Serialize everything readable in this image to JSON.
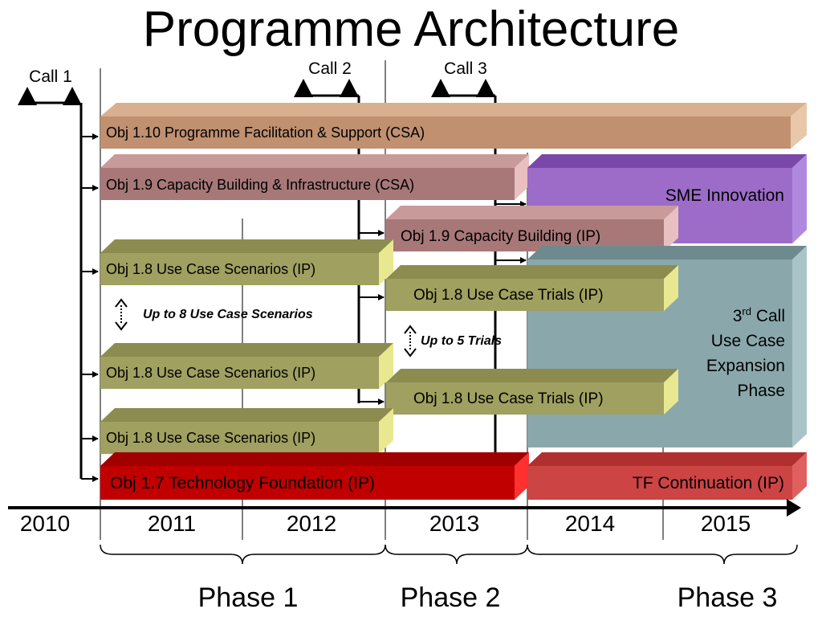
{
  "title": "Programme Architecture",
  "calls": [
    "Call 1",
    "Call 2",
    "Call 3"
  ],
  "bars": {
    "obj110": "Obj 1.10 Programme Facilitation & Support (CSA)",
    "obj19_csa": "Obj 1.9 Capacity Building & Infrastructure (CSA)",
    "sme": "SME Innovation",
    "obj19_ip": "Obj 1.9 Capacity Building (IP)",
    "obj18_scen_a": "Obj 1.8 Use Case Scenarios (IP)",
    "obj18_trial_a": "Obj 1.8 Use Case Trials (IP)",
    "obj18_scen_b": "Obj 1.8 Use Case Scenarios (IP)",
    "obj18_trial_b": "Obj 1.8 Use Case Trials (IP)",
    "obj18_scen_c": "Obj 1.8 Use Case Scenarios (IP)",
    "obj17": "Obj 1.7 Technology Foundation (IP)",
    "tf": "TF Continuation (IP)"
  },
  "third_call": {
    "num": "3",
    "sup": "rd",
    "call": "Call",
    "line2": "Use Case",
    "line3": "Expansion",
    "line4": "Phase"
  },
  "notes": {
    "scenarios": "Up to 8 Use Case Scenarios",
    "trials": "Up to 5 Trials"
  },
  "years": [
    "2010",
    "2011",
    "2012",
    "2013",
    "2014",
    "2015"
  ],
  "phases": [
    "Phase 1",
    "Phase 2",
    "Phase 3"
  ],
  "colors": {
    "tan": "#c09070",
    "pink": "#a87878",
    "purple": "#9c6cc8",
    "olive": "#a0a060",
    "teal": "#8aa8ac",
    "red": "#c00000",
    "red_light": "#cc4444"
  }
}
